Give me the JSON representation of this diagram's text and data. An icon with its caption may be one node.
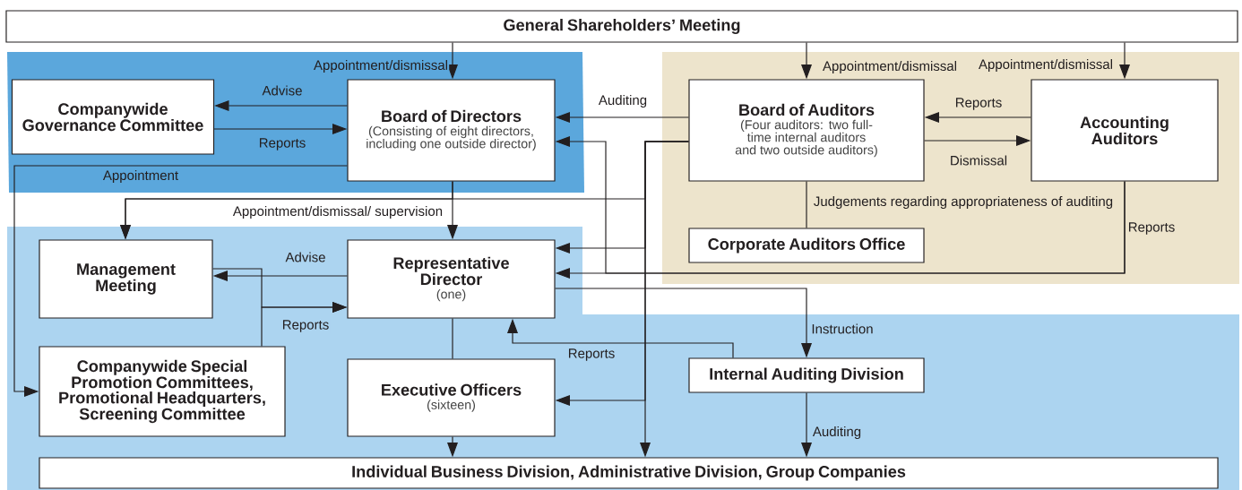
{
  "diagram": {
    "nodes": [
      {
        "text": [
          "General Shareholders’ Meeting"
        ]
      },
      {
        "text": [
          "Companywide Governance Committee"
        ]
      },
      {
        "text": [
          "Board of Directors",
          "(Consisting of eight directors, including one outside director)"
        ]
      },
      {
        "text": [
          "Board of Auditors",
          "(Four auditors: two full-time internal auditors and two outside auditors)"
        ]
      },
      {
        "text": [
          "Accounting Auditors"
        ]
      },
      {
        "text": [
          "Corporate Auditors Office"
        ]
      },
      {
        "text": [
          "Management Meeting"
        ]
      },
      {
        "text": [
          "Representative Director",
          "(one)"
        ]
      },
      {
        "text": [
          "Companywide Special Promotion Committees, Promotional Headquarters, Screening Committee"
        ]
      },
      {
        "text": [
          "Executive Officers",
          "(sixteen)"
        ]
      },
      {
        "text": [
          "Internal Auditing Division"
        ]
      },
      {
        "text": [
          "Individual Business Division, Administrative Division, Group Companies"
        ]
      }
    ],
    "edges": [
      {
        "from": 0,
        "to": 2,
        "arrow": "to",
        "label": "Appointment/dismissal"
      },
      {
        "from": 0,
        "to": 3,
        "arrow": "to",
        "label": "Appointment/dismissal"
      },
      {
        "from": 0,
        "to": 4,
        "arrow": "to",
        "label": "Appointment/dismissal"
      },
      {
        "from": 2,
        "to": 1,
        "arrow": "to",
        "label": "Advise"
      },
      {
        "from": 1,
        "to": 2,
        "arrow": "to",
        "label": "Reports"
      },
      {
        "from": 2,
        "to": 8,
        "arrow": "to",
        "label": "Appointment"
      },
      {
        "from": 2,
        "to": 7,
        "arrow": "to",
        "label": "Appointment/dismissal/ supervision"
      },
      {
        "from": 2,
        "to": 6,
        "arrow": "to"
      },
      {
        "from": 3,
        "to": 2,
        "arrow": "to",
        "label": "Auditing"
      },
      {
        "from": 3,
        "to": 6,
        "arrow": "to"
      },
      {
        "from": 3,
        "to": 7,
        "arrow": "to"
      },
      {
        "from": 3,
        "to": 9,
        "arrow": "to"
      },
      {
        "from": 3,
        "to": 11,
        "arrow": "to"
      },
      {
        "from": 4,
        "to": 3,
        "arrow": "to",
        "label": "Reports"
      },
      {
        "from": 3,
        "to": 4,
        "arrow": "to",
        "label": "Dismissal"
      },
      {
        "from": 3,
        "to": 5,
        "arrow": "none",
        "label": "Judgements regarding appropriateness of auditing"
      },
      {
        "from": 4,
        "to": 7,
        "arrow": "to",
        "label": "Reports"
      },
      {
        "from": 4,
        "to": 2,
        "arrow": "to"
      },
      {
        "from": 7,
        "to": 6,
        "arrow": "to",
        "label": "Advise"
      },
      {
        "from": 6,
        "to": 7,
        "arrow": "to",
        "label": "Reports"
      },
      {
        "from": 8,
        "to": 7,
        "arrow": "to"
      },
      {
        "from": 7,
        "to": 9,
        "arrow": "none"
      },
      {
        "from": 9,
        "to": 11,
        "arrow": "to"
      },
      {
        "from": 7,
        "to": 10,
        "arrow": "to",
        "label": "Instruction"
      },
      {
        "from": 10,
        "to": 7,
        "arrow": "to",
        "label": "Reports"
      },
      {
        "from": 10,
        "to": 11,
        "arrow": "to",
        "label": "Auditing"
      }
    ]
  }
}
